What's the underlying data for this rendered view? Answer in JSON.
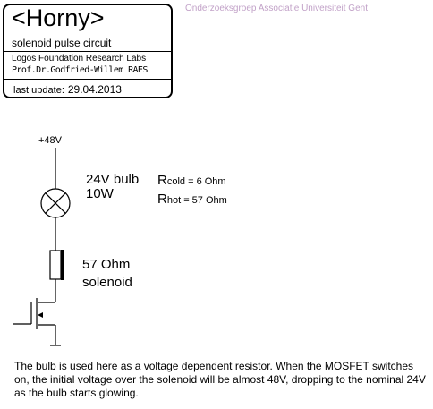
{
  "title_block": {
    "title": "<Horny>",
    "subtitle": "solenoid pulse circuit",
    "lab_name": "Logos Foundation Research Labs",
    "author": "Prof.Dr.Godfried-Willem RAES",
    "update_label": "last update:",
    "update_date": "29.04.2013"
  },
  "header": {
    "organization": "Onderzoeksgroep Associatie Universiteit Gent",
    "organization_color": "#c2a2c8"
  },
  "circuit": {
    "supply_label": "+48V",
    "bulb_line1": "24V bulb",
    "bulb_line2": "10W",
    "rcold_symbol": "R",
    "rcold_sub": "cold",
    "rcold_value": " = 6 Ohm",
    "rhot_symbol": "R",
    "rhot_sub": "hot",
    "rhot_value": " = 57 Ohm",
    "solenoid_line1": "57 Ohm",
    "solenoid_line2": "solenoid"
  },
  "caption": "The bulb is used here as a voltage dependent resistor. When the MOSFET switches on, the initial voltage over the solenoid will be almost 48V, dropping to the nominal 24V as the bulb starts glowing."
}
